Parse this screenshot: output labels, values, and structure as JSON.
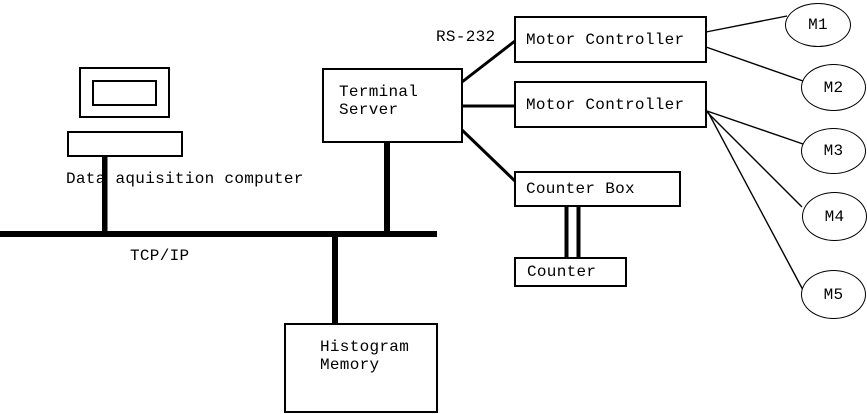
{
  "colors": {
    "background": "#ffffff",
    "line": "#000000",
    "text": "#000000"
  },
  "diagram": {
    "computer": {
      "label": "Data aquisition computer"
    },
    "network_bus": {
      "label": "TCP/IP"
    },
    "serial_link": {
      "label": "RS-232"
    },
    "terminal_server": {
      "line1": "Terminal",
      "line2": "Server"
    },
    "motor_controller_1": {
      "label": "Motor Controller"
    },
    "motor_controller_2": {
      "label": "Motor Controller"
    },
    "counter_box": {
      "label": "Counter Box"
    },
    "counter": {
      "label": "Counter"
    },
    "histogram_memory": {
      "line1": "Histogram",
      "line2": "Memory"
    },
    "motors": [
      {
        "label": "M1"
      },
      {
        "label": "M2"
      },
      {
        "label": "M3"
      },
      {
        "label": "M4"
      },
      {
        "label": "M5"
      }
    ]
  }
}
